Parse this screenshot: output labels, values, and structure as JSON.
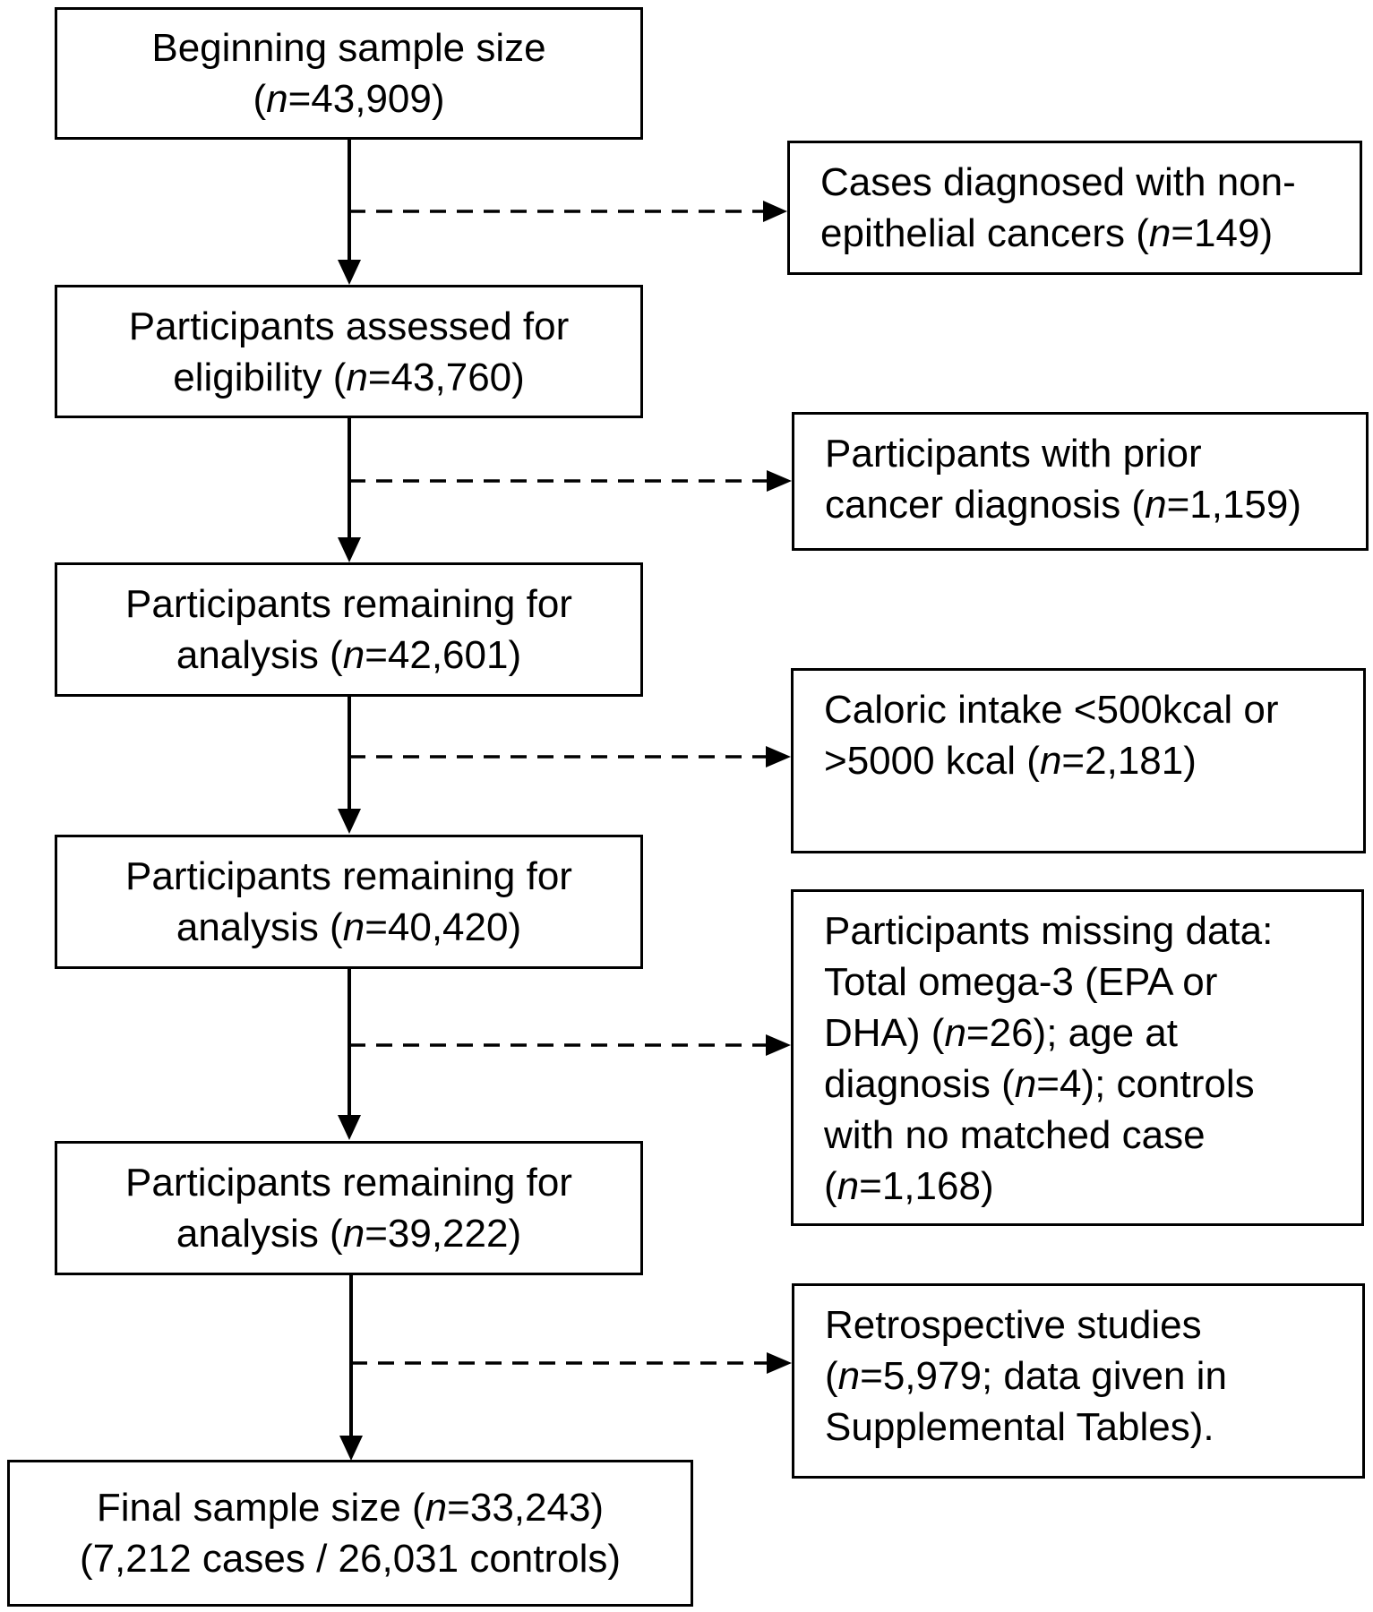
{
  "diagram": {
    "main_boxes": [
      {
        "lines": [
          [
            "Beginning sample size"
          ],
          [
            "(",
            "n",
            "=43,909)"
          ]
        ]
      },
      {
        "lines": [
          [
            "Participants assessed for"
          ],
          [
            "eligibility (",
            "n",
            "=43,760)"
          ]
        ]
      },
      {
        "lines": [
          [
            "Participants remaining for"
          ],
          [
            "analysis (",
            "n",
            "=42,601)"
          ]
        ]
      },
      {
        "lines": [
          [
            "Participants remaining for"
          ],
          [
            "analysis (",
            "n",
            "=40,420)"
          ]
        ]
      },
      {
        "lines": [
          [
            "Participants remaining for"
          ],
          [
            "analysis (",
            "n",
            "=39,222)"
          ]
        ]
      },
      {
        "lines": [
          [
            "Final sample size (",
            "n",
            "=33,243)"
          ],
          [
            "(7,212 cases / 26,031 controls)"
          ]
        ]
      }
    ],
    "exclusion_boxes": [
      {
        "lines": [
          [
            "Cases diagnosed with non-"
          ],
          [
            "epithelial cancers (",
            "n",
            "=149)"
          ]
        ]
      },
      {
        "lines": [
          [
            "Participants with prior"
          ],
          [
            "cancer diagnosis (",
            "n",
            "=1,159)"
          ]
        ]
      },
      {
        "lines": [
          [
            "Caloric intake <500kcal or"
          ],
          [
            ">5000 kcal (",
            "n",
            "=2,181)"
          ]
        ]
      },
      {
        "lines": [
          [
            "Participants missing data:"
          ],
          [
            "Total omega-3 (EPA or"
          ],
          [
            "DHA) (",
            "n",
            "=26); age at"
          ],
          [
            "diagnosis (",
            "n",
            "=4); controls"
          ],
          [
            "with no matched case"
          ],
          [
            "(",
            "n",
            "=1,168)"
          ]
        ]
      },
      {
        "lines": [
          [
            "Retrospective studies"
          ],
          [
            "(",
            "n",
            "=5,979; data given in"
          ],
          [
            "Supplemental Tables)."
          ]
        ]
      }
    ]
  }
}
